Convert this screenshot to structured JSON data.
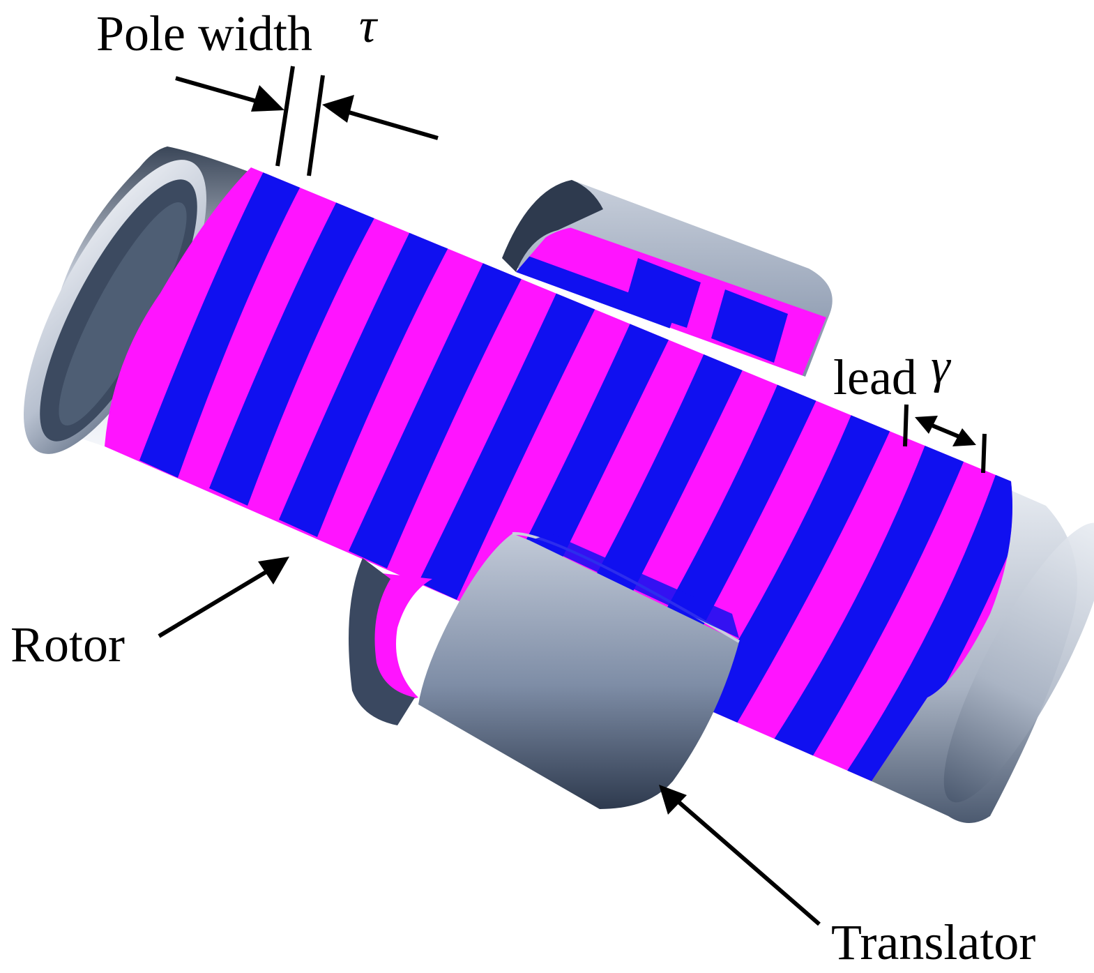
{
  "labels": {
    "pole_width": "Pole width",
    "pole_width_symbol": "τ",
    "lead": "lead",
    "lead_symbol": "γ",
    "rotor": "Rotor",
    "translator": "Translator"
  },
  "colors": {
    "pole_blue": "#1010f0",
    "pole_magenta": "#ff14ff",
    "steel_light": "#e6eaf0",
    "steel_dark": "#34445a",
    "steel_mid": "#8a99b0"
  }
}
